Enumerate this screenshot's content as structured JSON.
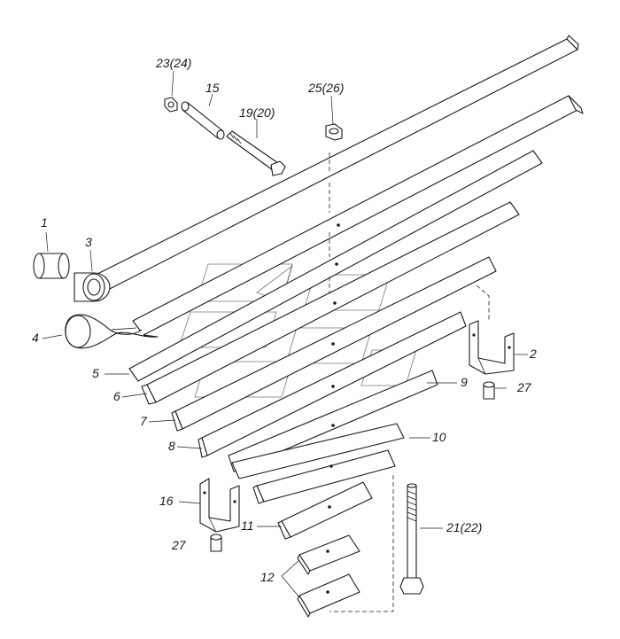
{
  "labels": {
    "p1": "1",
    "p2": "2",
    "p3": "3",
    "p4": "4",
    "p5": "5",
    "p6": "6",
    "p7": "7",
    "p8": "8",
    "p9": "9",
    "p10": "10",
    "p11": "11",
    "p12": "12",
    "p15": "15",
    "p16": "16",
    "p19": "19(20)",
    "p21": "21(22)",
    "p23": "23(24)",
    "p25": "25(26)",
    "p27a": "27",
    "p27b": "27"
  }
}
